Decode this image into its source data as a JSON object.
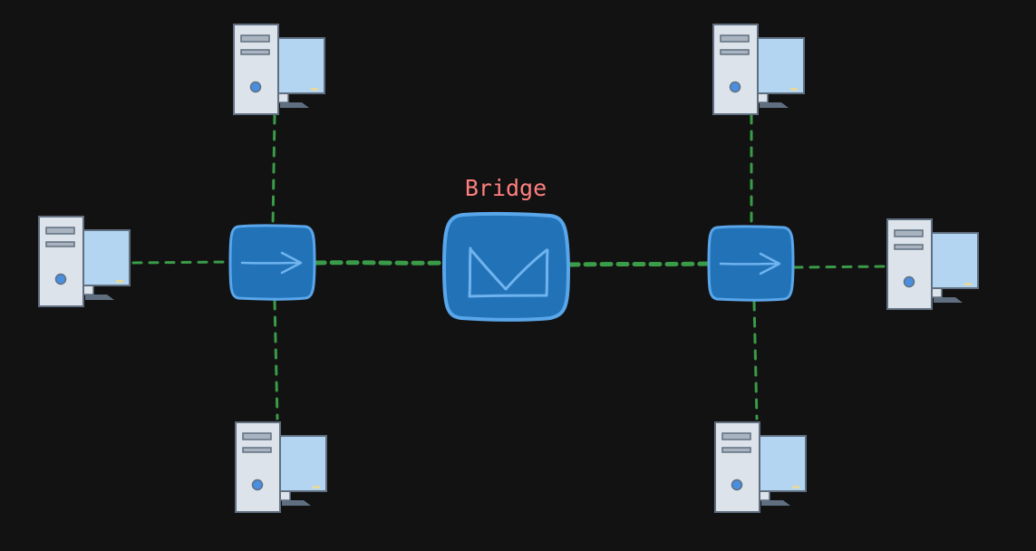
{
  "diagram": {
    "bridge": {
      "label": "Bridge",
      "label_color": "#ff7f7f",
      "icon": "bridge-envelope-icon"
    },
    "devices": [
      {
        "id": "left-hub-top",
        "icon": "computer-icon"
      },
      {
        "id": "left-hub-left",
        "icon": "computer-icon"
      },
      {
        "id": "left-hub-bottom",
        "icon": "computer-icon"
      },
      {
        "id": "right-hub-top",
        "icon": "computer-icon"
      },
      {
        "id": "right-hub-right",
        "icon": "computer-icon"
      },
      {
        "id": "right-hub-bottom",
        "icon": "computer-icon"
      }
    ],
    "hubs": [
      {
        "id": "left-hub",
        "icon": "hub-arrow-icon"
      },
      {
        "id": "right-hub",
        "icon": "hub-arrow-icon"
      }
    ],
    "connections": [
      {
        "from": "left-hub-top",
        "to": "left-hub"
      },
      {
        "from": "left-hub-left",
        "to": "left-hub"
      },
      {
        "from": "left-hub-bottom",
        "to": "left-hub"
      },
      {
        "from": "left-hub",
        "to": "bridge"
      },
      {
        "from": "bridge",
        "to": "right-hub"
      },
      {
        "from": "right-hub-top",
        "to": "right-hub"
      },
      {
        "from": "right-hub-right",
        "to": "right-hub"
      },
      {
        "from": "right-hub-bottom",
        "to": "right-hub"
      }
    ],
    "colors": {
      "background": "#121212",
      "link": "#3a9b48",
      "node_fill": "#2272b7",
      "node_stroke": "#5aa6ea",
      "tower": "#dde3ea",
      "tower_stroke": "#5f6f80",
      "monitor_screen": "#b3d5f2",
      "power_button": "#4a8ee0"
    }
  }
}
